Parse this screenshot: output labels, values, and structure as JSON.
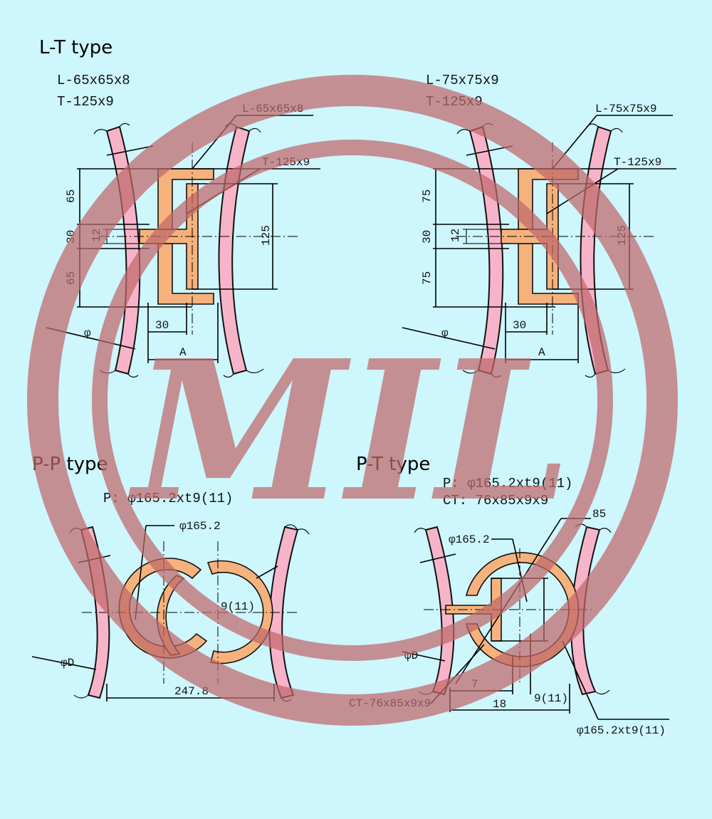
{
  "lt_left": {
    "title": "L-T type",
    "spec_l": "L-65x65x8",
    "spec_t": "T-125x9",
    "callout_l": "L-65x65x8",
    "callout_t": "T-125x9",
    "dim_top": "65",
    "dim_mid": "30",
    "dim_bot": "65",
    "dim_small": "12",
    "dim_right": "125",
    "dim_web": "30",
    "dim_a": "A",
    "dim_phi": "φ"
  },
  "lt_right": {
    "spec_l": "L-75x75x9",
    "spec_t": "T-125x9",
    "callout_l": "L-75x75x9",
    "callout_t": "T-125x9",
    "dim_top": "75",
    "dim_mid": "30",
    "dim_bot": "75",
    "dim_small": "12",
    "dim_right": "125",
    "dim_web": "30",
    "dim_a": "A",
    "dim_phi": "φ"
  },
  "pp": {
    "title": "P-P type",
    "spec_p": "P: φ165.2xt9(11)",
    "callout_dia": "φ165.2",
    "dim_thk": "9(11)",
    "dim_phid": "φD",
    "dim_span": "247.8"
  },
  "pt": {
    "title": "P-T type",
    "spec_p": "P: φ165.2xt9(11)",
    "spec_ct": "CT: 76x85x9x9",
    "callout_dia": "φ165.2",
    "dim_85": "85",
    "dim_phid": "φD",
    "dim_7": "7",
    "dim_18": "18",
    "dim_thk": "9(11)",
    "callout_ct": "CT-76x85x9x9",
    "callout_pipe": "φ165.2xt9(11)"
  },
  "watermark": {
    "letters": "MIL",
    "color": "#c0686a"
  }
}
